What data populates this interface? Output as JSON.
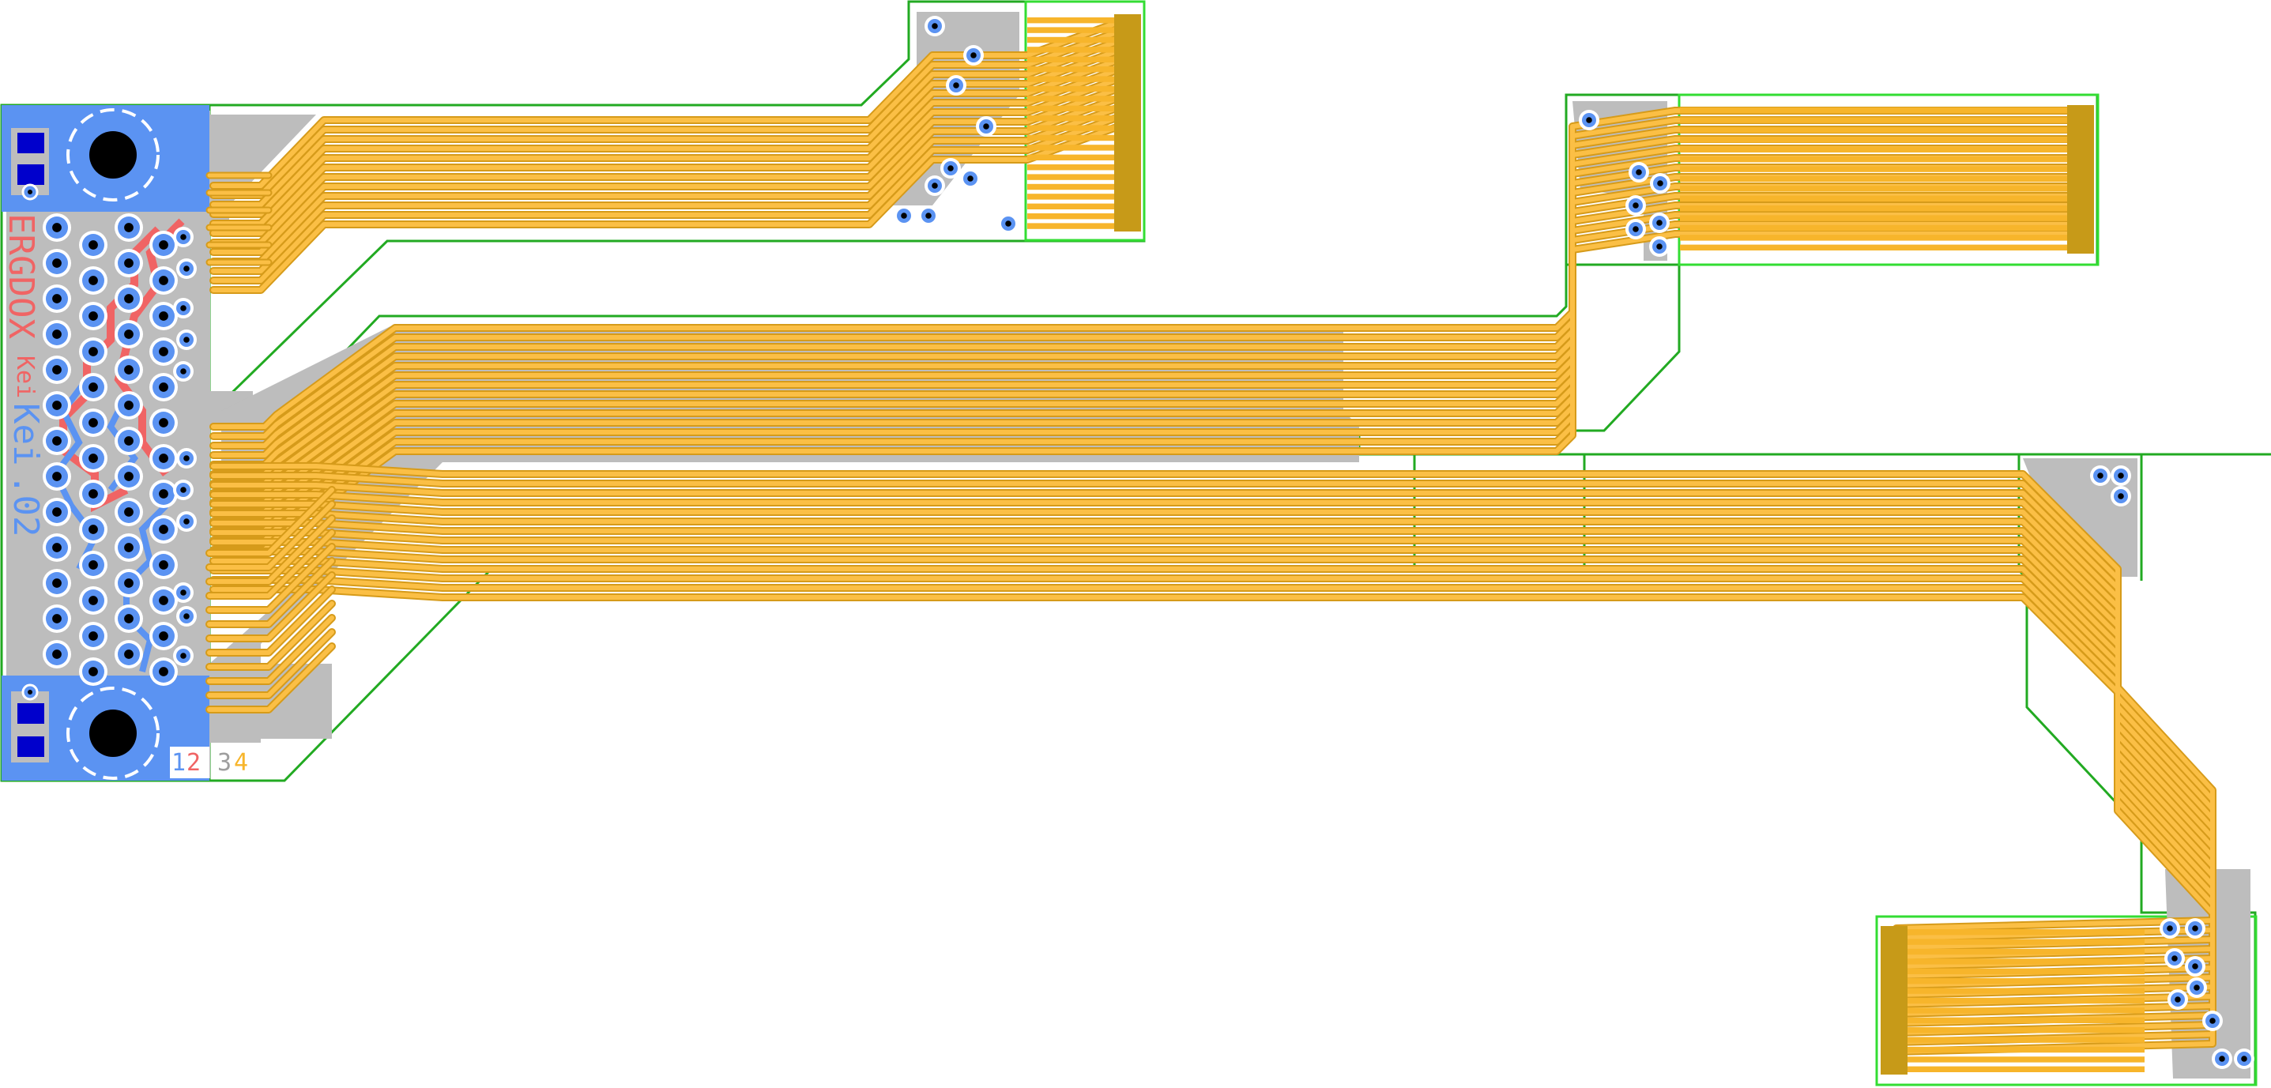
{
  "board": {
    "title_red": "ERGDOX",
    "title_red_suffix": "Kei",
    "title_blue": "ERGDOX",
    "title_blue_suffix": "Kei",
    "version": ".02",
    "layer_labels": [
      "1",
      "2",
      "3",
      "4"
    ]
  },
  "colors": {
    "background": "#ffffff",
    "copper_top": "#fbbf45",
    "copper_trace": "#f7b52b",
    "copper_dark": "#d69b1a",
    "ground_fill": "#bdbdbd",
    "mount_pad": "#5b93f2",
    "via_ring": "#5b93f2",
    "trace_red": "#f06464",
    "outline": "#22aa22",
    "outline_light": "#33dd33",
    "connector_pad": "#c79a18"
  },
  "icons": [
    "mount-hole-icon",
    "via-icon",
    "smd-pad-icon",
    "fpc-connector-icon"
  ]
}
